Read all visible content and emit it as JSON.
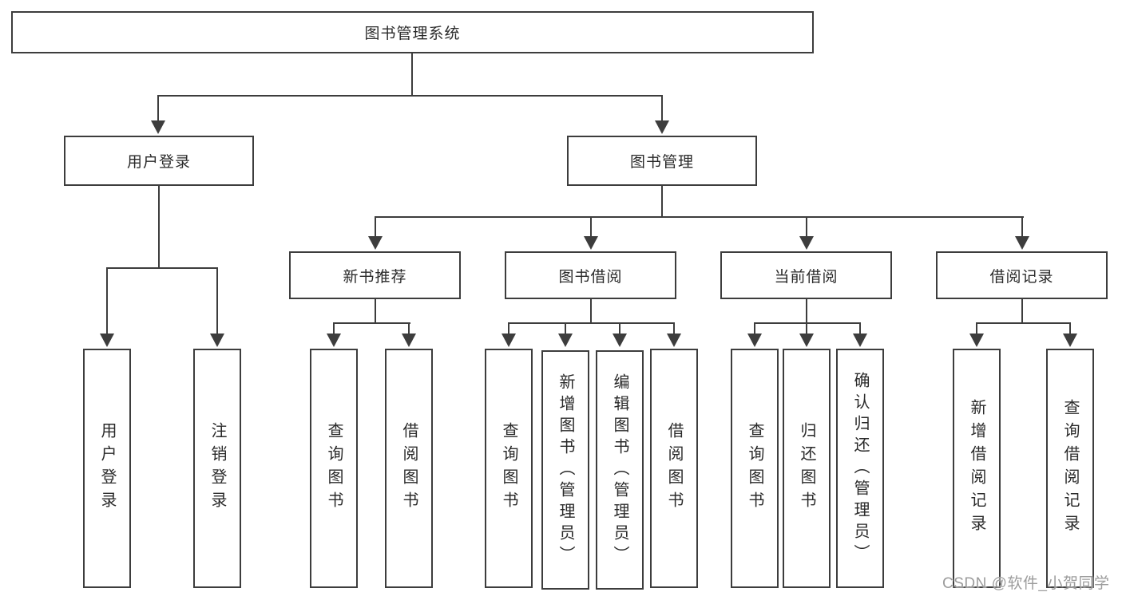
{
  "tree": {
    "root": {
      "label": "图书管理系统",
      "children": [
        {
          "label": "用户登录",
          "children": [
            {
              "label": "用户登录"
            },
            {
              "label": "注销登录"
            }
          ]
        },
        {
          "label": "图书管理",
          "children": [
            {
              "label": "新书推荐",
              "children": [
                {
                  "label": "查询图书"
                },
                {
                  "label": "借阅图书"
                }
              ]
            },
            {
              "label": "图书借阅",
              "children": [
                {
                  "label": "查询图书"
                },
                {
                  "label": "新增图书（管理员）"
                },
                {
                  "label": "编辑图书（管理员）"
                },
                {
                  "label": "借阅图书"
                }
              ]
            },
            {
              "label": "当前借阅",
              "children": [
                {
                  "label": "查询图书"
                },
                {
                  "label": "归还图书"
                },
                {
                  "label": "确认归还（管理员）"
                }
              ]
            },
            {
              "label": "借阅记录",
              "children": [
                {
                  "label": "新增借阅记录"
                },
                {
                  "label": "查询借阅记录"
                }
              ]
            }
          ]
        }
      ]
    }
  },
  "watermark": {
    "text": "CSDN @软件_小贺同学"
  },
  "colors": {
    "line": "#3d3d3d",
    "text": "#2a2a2a",
    "background": "#ffffff",
    "watermark": "#9c9c9c"
  }
}
